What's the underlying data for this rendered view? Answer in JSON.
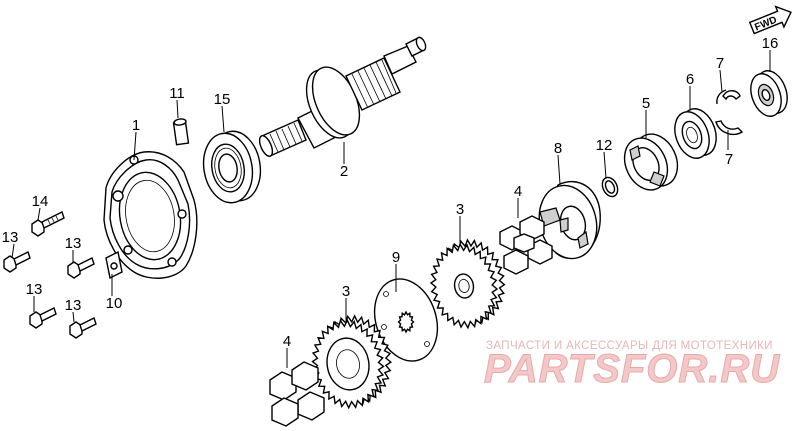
{
  "direction_label": "FWD",
  "callouts": {
    "p1": "1",
    "p2": "2",
    "p3a": "3",
    "p3b": "3",
    "p4a": "4",
    "p4b": "4",
    "p5": "5",
    "p6": "6",
    "p7a": "7",
    "p7b": "7",
    "p8": "8",
    "p9": "9",
    "p10": "10",
    "p11": "11",
    "p12": "12",
    "p13a": "13",
    "p13b": "13",
    "p13c": "13",
    "p13d": "13",
    "p14": "14",
    "p15": "15",
    "p16": "16"
  },
  "watermark": {
    "subtitle": "ЗАПЧАСТИ И АКСЕССУАРЫ ДЛЯ МОТОТЕХНИКИ",
    "brand": "PARTSFOR.RU"
  }
}
